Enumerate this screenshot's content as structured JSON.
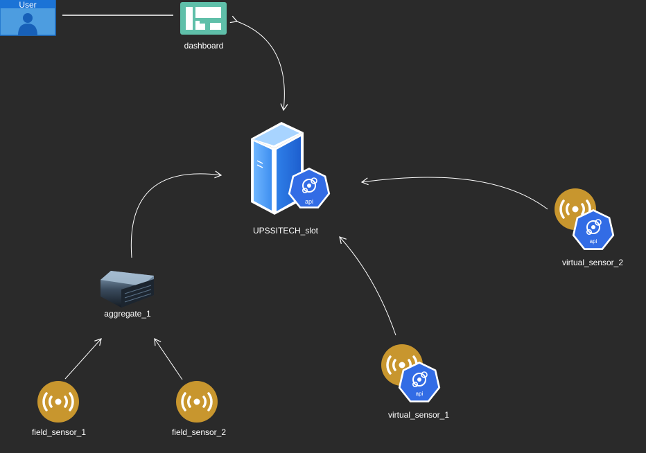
{
  "nodes": {
    "user": {
      "label": "User"
    },
    "dashboard": {
      "label": "dashboard"
    },
    "server": {
      "label": "UPSSITECH_slot",
      "api_badge": "api"
    },
    "aggregate": {
      "label": "aggregate_1"
    },
    "field_sensor_1": {
      "label": "field_sensor_1"
    },
    "field_sensor_2": {
      "label": "field_sensor_2"
    },
    "virtual_sensor_1": {
      "label": "virtual_sensor_1",
      "api_badge": "api"
    },
    "virtual_sensor_2": {
      "label": "virtual_sensor_2",
      "api_badge": "api"
    }
  },
  "colors": {
    "background": "#2a2a2a",
    "sensor_gold": "#c8962e",
    "api_blue": "#326ce5",
    "dashboard_teal": "#5fbfa9",
    "user_blue": "#4d9de0"
  }
}
